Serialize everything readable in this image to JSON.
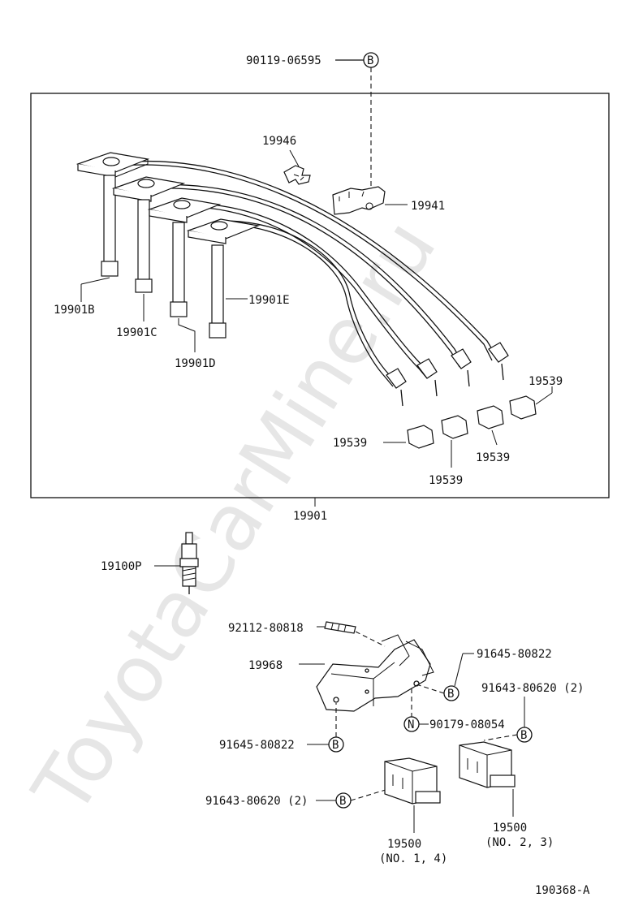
{
  "watermark": "ToyotaCarMine.ru",
  "figure_id": "190368-A",
  "callouts": {
    "bolt_top": "90119-06595",
    "p19946": "19946",
    "p19941": "19941",
    "p19901B": "19901B",
    "p19901C": "19901C",
    "p19901D": "19901D",
    "p19901E": "19901E",
    "p19539_a": "19539",
    "p19539_b": "19539",
    "p19539_c": "19539",
    "p19539_d": "19539",
    "p19901": "19901",
    "p19100P": "19100P",
    "stud": "92112-80818",
    "p19968": "19968",
    "bolt_right": "91645-80822",
    "bolt_coil_23": "91643-80620 (2)",
    "nut": "90179-08054",
    "bolt_left": "91645-80822",
    "bolt_coil_14": "91643-80620 (2)",
    "coil_14": "19500",
    "coil_14_note": "(NO. 1, 4)",
    "coil_23": "19500",
    "coil_23_note": "(NO. 2, 3)"
  },
  "markers": {
    "b1": "B",
    "b2": "B",
    "b3": "B",
    "b4": "B",
    "b5": "B",
    "n1": "N"
  }
}
